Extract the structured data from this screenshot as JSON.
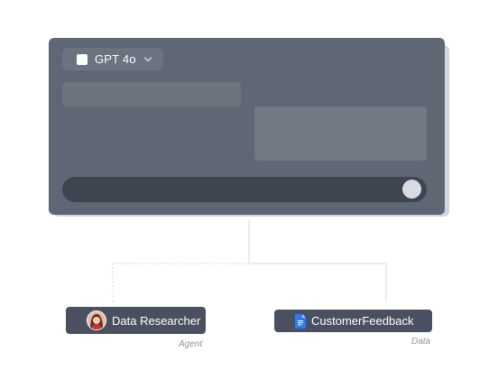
{
  "model_selector": {
    "label": "GPT 4o",
    "chevron_icon": "chevron-down-icon"
  },
  "slider": {
    "value_fraction": 1.0
  },
  "nodes": {
    "agent": {
      "label": "Data Researcher",
      "caption": "Agent",
      "icon": "avatar"
    },
    "data": {
      "label": "CustomerFeedback",
      "caption": "Data",
      "icon": "google-doc-icon"
    }
  },
  "colors": {
    "panel": "#5f6674",
    "node": "#4a5060",
    "doc_blue": "#2f7bf5"
  }
}
